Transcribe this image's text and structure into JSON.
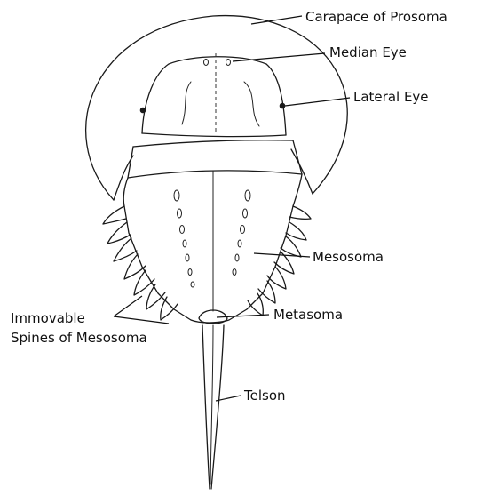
{
  "diagram": {
    "labels": {
      "carapace": "Carapace of Prosoma",
      "median_eye": "Median Eye",
      "lateral_eye": "Lateral Eye",
      "mesosoma": "Mesosoma",
      "metasoma": "Metasoma",
      "spines_line1": "Immovable",
      "spines_line2": "Spines of Mesosoma",
      "telson": "Telson"
    }
  }
}
